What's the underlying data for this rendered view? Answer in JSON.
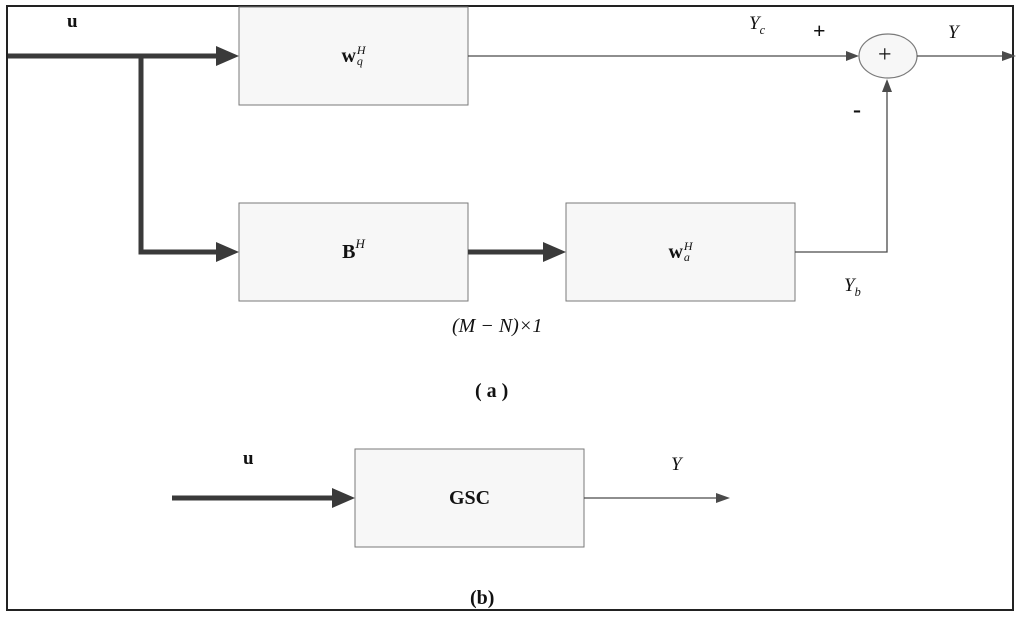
{
  "signals": {
    "input_u": "u",
    "output_y": "Y",
    "yc": "Y",
    "yc_sub": "c",
    "yb": "Y",
    "yb_sub": "b"
  },
  "blocks": {
    "wq_main": "w",
    "wq_sup": "H",
    "wq_sub": "q",
    "b_main": "B",
    "b_sup": "H",
    "wa_main": "w",
    "wa_sup": "H",
    "wa_sub": "a",
    "gsc": "GSC"
  },
  "summer": {
    "symbol": "+",
    "plus_sign": "+",
    "minus_sign": "-"
  },
  "dimension_label": "(M − N)×1",
  "captions": {
    "a": "( a )",
    "b": "(b)"
  },
  "bottom": {
    "input_u": "u",
    "output_y": "Y"
  }
}
